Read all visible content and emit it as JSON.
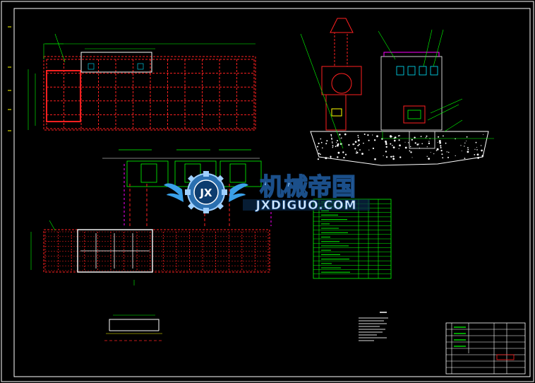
{
  "watermark": {
    "chinese_text": "机械帝国",
    "latin_text": "JXDIGUO.COM",
    "logo_letters": "JX"
  },
  "colors": {
    "background": "#000000",
    "frame": "#ffffff",
    "red_lines": "#ff2020",
    "green_lines": "#00ff00",
    "cyan_lines": "#00e5ff",
    "magenta_lines": "#ff00ff",
    "yellow_lines": "#ffff00",
    "watermark_blue": "#3aa0e8"
  },
  "drawing": {
    "top_left_view": {
      "column_count": 12,
      "row_count": 5
    },
    "bottom_left_view": {
      "column_count": 17,
      "row_count": 8
    },
    "parts_table": {
      "row_count": 18
    },
    "title_block": {
      "row_count": 8
    }
  }
}
